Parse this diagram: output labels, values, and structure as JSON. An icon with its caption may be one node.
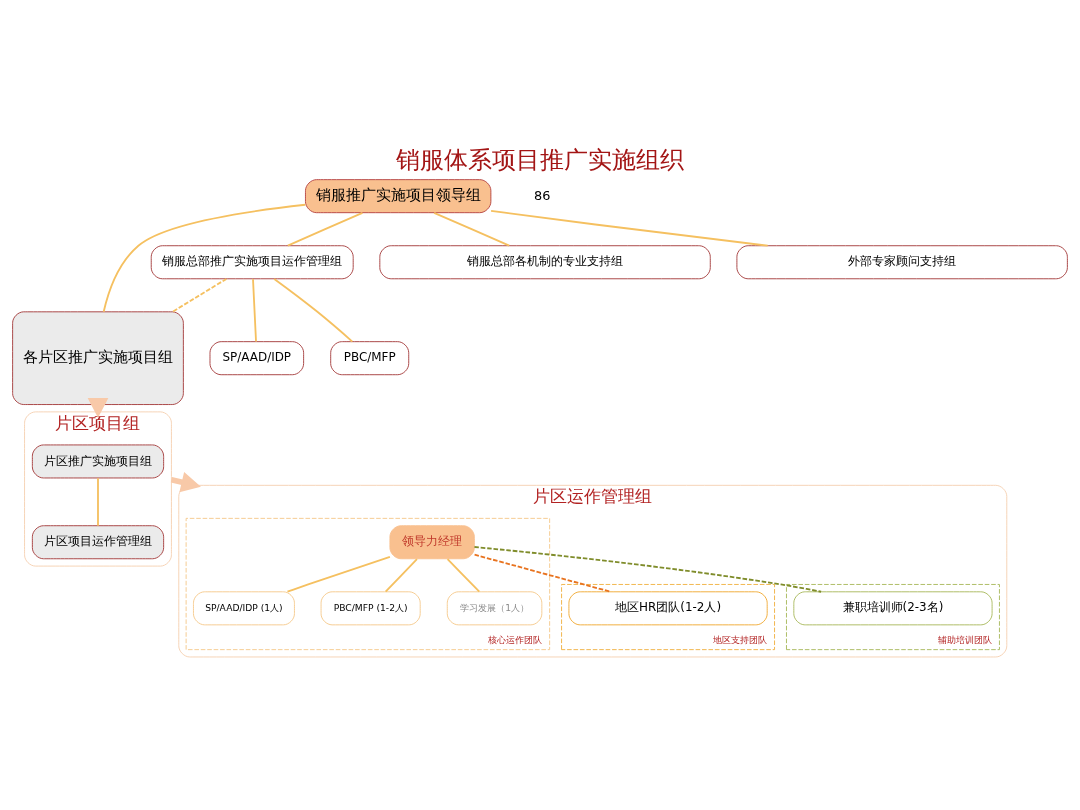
{
  "diagram": {
    "title": "销服体系项目推广实施组织",
    "nodes": [
      {
        "text": [
          "销服推广实施项目领导组"
        ]
      },
      {
        "text": [
          "销服总部推广实施项目运作管理组"
        ]
      },
      {
        "text": [
          "各片区推广实施项目组"
        ]
      },
      {
        "text": [
          "SP/AAD/IDP"
        ]
      },
      {
        "text": [
          "PBC/MFP"
        ]
      },
      {
        "text": [
          "销服总部各机制的专业支持组"
        ]
      },
      {
        "text": [
          "外部专家顾问支持组"
        ]
      },
      {
        "text": [
          "片区项目组"
        ]
      },
      {
        "text": [
          "片区推广实施项目组"
        ],
        "in": 7
      },
      {
        "text": [
          "片区项目运作管理组"
        ],
        "in": 7
      },
      {
        "text": [
          "片区运作管理组"
        ]
      },
      {
        "text": [
          "核心运作团队"
        ],
        "in": 10
      },
      {
        "text": [
          "领导力经理"
        ],
        "in": 11
      },
      {
        "text": [
          "SP/AAD/IDP (1人)"
        ],
        "in": 11
      },
      {
        "text": [
          "PBC/MFP (1-2人)"
        ],
        "in": 11
      },
      {
        "text": [
          "学习发展（1人）"
        ],
        "in": 11
      },
      {
        "text": [
          "地区支持团队"
        ],
        "in": 10
      },
      {
        "text": [
          "地区HR团队(1-2人)"
        ],
        "in": 16
      },
      {
        "text": [
          "辅助培训团队"
        ],
        "in": 10
      },
      {
        "text": [
          "兼职培训师(2-3名)"
        ],
        "in": 18
      }
    ],
    "edges": [
      {
        "from": 0,
        "to": 1,
        "arrow": "none"
      },
      {
        "from": 0,
        "to": 2,
        "arrow": "none"
      },
      {
        "from": 0,
        "to": 5,
        "arrow": "none"
      },
      {
        "from": 0,
        "to": 6,
        "arrow": "none"
      },
      {
        "from": 1,
        "to": 3,
        "arrow": "none"
      },
      {
        "from": 1,
        "to": 4,
        "arrow": "none"
      },
      {
        "from": 1,
        "to": 2,
        "arrow": "none",
        "style": "dashed"
      },
      {
        "from": 2,
        "to": 7,
        "arrow": "to",
        "style": "thick",
        "color": "#f8c9a8"
      },
      {
        "from": 8,
        "to": 9,
        "arrow": "none"
      },
      {
        "from": 7,
        "to": 10,
        "arrow": "to",
        "style": "thick",
        "color": "#f8c9a8"
      },
      {
        "from": 12,
        "to": 13,
        "arrow": "none"
      },
      {
        "from": 12,
        "to": 14,
        "arrow": "none"
      },
      {
        "from": 12,
        "to": 15,
        "arrow": "none"
      },
      {
        "from": 12,
        "to": 17,
        "arrow": "none",
        "style": "dashed",
        "color": "#e8731f"
      },
      {
        "from": 12,
        "to": 19,
        "arrow": "none",
        "style": "dashed",
        "color": "#7f8c2a"
      }
    ],
    "labels": [
      "86"
    ]
  }
}
